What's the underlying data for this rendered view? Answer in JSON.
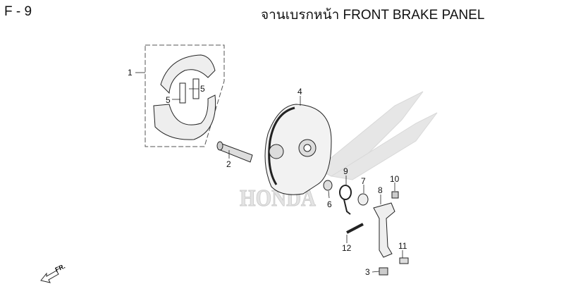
{
  "header": {
    "page_code": "F - 9",
    "title": "จานเบรกหน้า  FRONT BRAKE PANEL"
  },
  "watermark": {
    "text": "HONDA"
  },
  "direction_marker": {
    "text": "FR.",
    "icon": "arrow-left-down-icon"
  },
  "callouts": {
    "shoe_set": "1",
    "spring_a": "5",
    "spring_b": "5",
    "panel": "4",
    "cam": "2",
    "spring_return": "9",
    "washer": "7",
    "seal": "6",
    "nut": "10",
    "arm": "8",
    "bolt": "12",
    "pin": "11",
    "joint": "3"
  }
}
